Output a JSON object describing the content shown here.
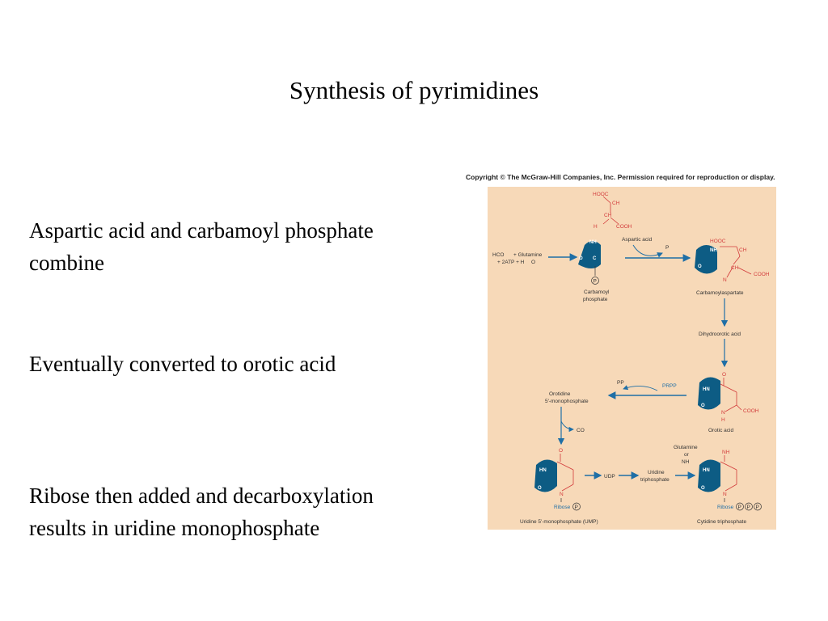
{
  "slide": {
    "title": "Synthesis of pyrimidines",
    "bullets": [
      "Aspartic acid and carbamoyl phosphate combine",
      "Eventually converted to orotic acid",
      "Ribose then added and decarboxylation results in uridine monophosphate"
    ]
  },
  "figure": {
    "copyright": "Copyright © The McGraw-Hill Companies, Inc. Permission required for reproduction or display.",
    "background_color": "#f7d9b8",
    "accent_color": "#0d5c84",
    "labels": {
      "hooc": "HOOC",
      "ch2": "CH",
      "ch": "CH",
      "h2n": "H",
      "n": "N",
      "cooh": "COOH",
      "nh2": "NH",
      "reactants": "HCO",
      "reactants_rest": " + Glutamine",
      "reactants2": "+ 2ATP + H",
      "reactants2_rest": "O",
      "aspartic_acid": "Aspartic acid",
      "pi": "P",
      "carbamoyl_phosphate_1": "Carbamoyl",
      "carbamoyl_phosphate_2": "phosphate",
      "carbamoylaspartate": "Carbamoylaspartate",
      "dihydroorotic_acid": "Dihydroorotic acid",
      "pp": "PP",
      "prpp": "PRPP",
      "orotidine_1": "Orotidine",
      "orotidine_2": "5'-monophosphate",
      "co2": "CO",
      "orotic_acid": "Orotic acid",
      "udp": "UDP",
      "uridine_tp_1": "Uridine",
      "uridine_tp_2": "triphosphate",
      "glutamine": "Glutamine",
      "or": "or",
      "nh3": "NH",
      "ribose": "Ribose",
      "p": "P",
      "ump": "Uridine 5'-monophosphate (UMP)",
      "ctp": "Cytidine triphosphate",
      "hn": "HN",
      "o": "O",
      "h": "H",
      "c": "C"
    }
  }
}
